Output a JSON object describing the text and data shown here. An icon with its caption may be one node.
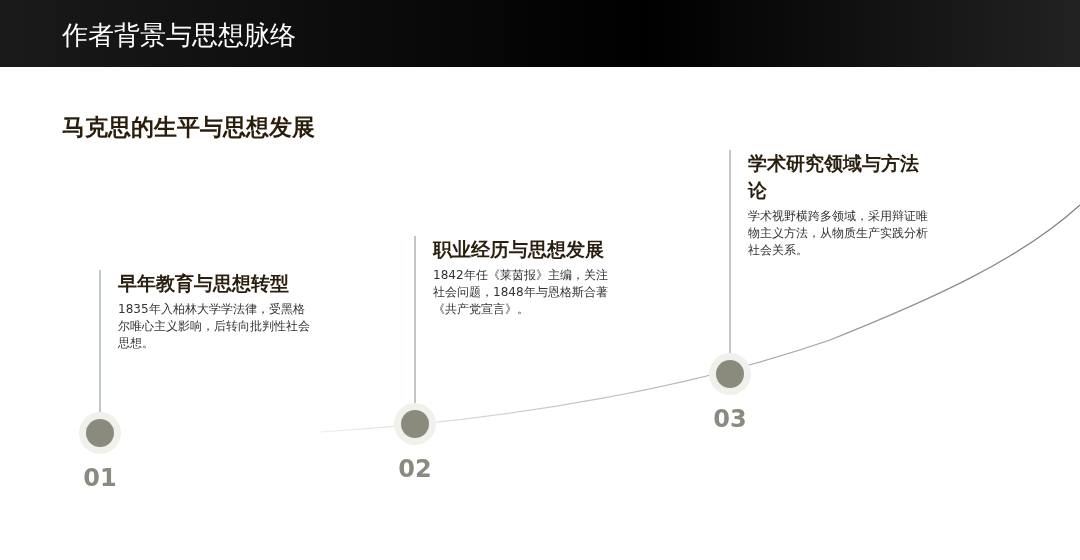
{
  "diagram": {
    "title": "作者背景与思想脉络",
    "nodes": [
      {
        "text": [
          "早年教育与思想转型",
          "1835年入柏林大学学法律，受黑格尔唯心主义影响，后转向批判性社会思想。"
        ]
      },
      {
        "text": [],
        "shape": "circle",
        "beside": [
          "01"
        ]
      },
      {
        "text": [
          "职业经历与思想发展",
          "1842年任《莱茵报》主编，关注社会问题，1848年与恩格斯合著《共产党宣言》。"
        ]
      },
      {
        "text": [],
        "shape": "circle",
        "beside": [
          "02"
        ]
      },
      {
        "text": [
          "学术研究领域与方法论",
          "学术视野横跨多领域，采用辩证唯物主义方法，从物质生产实践分析社会关系。"
        ]
      },
      {
        "text": [],
        "shape": "circle",
        "beside": [
          "03"
        ]
      }
    ],
    "edges": [
      {
        "from": 0,
        "to": 1,
        "arrow": "none"
      },
      {
        "from": 2,
        "to": 3,
        "arrow": "none"
      },
      {
        "from": 4,
        "to": 5,
        "arrow": "none"
      }
    ],
    "labels": [
      "马克思的生平与思想发展"
    ]
  }
}
